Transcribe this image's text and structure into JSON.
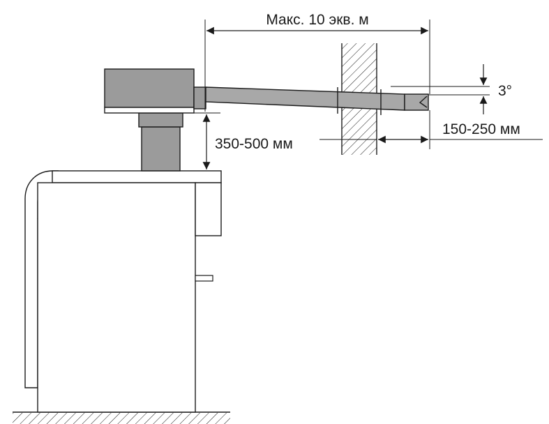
{
  "labels": {
    "max_length": "Макс. 10 экв. м",
    "angle": "3°",
    "height_range": "350-500 мм",
    "protrusion_range": "150-250 мм"
  },
  "colors": {
    "line": "#1a1a1a",
    "unit_fill": "#9b9b9b",
    "pipe_fill": "#a8a8a8",
    "background": "#ffffff"
  }
}
